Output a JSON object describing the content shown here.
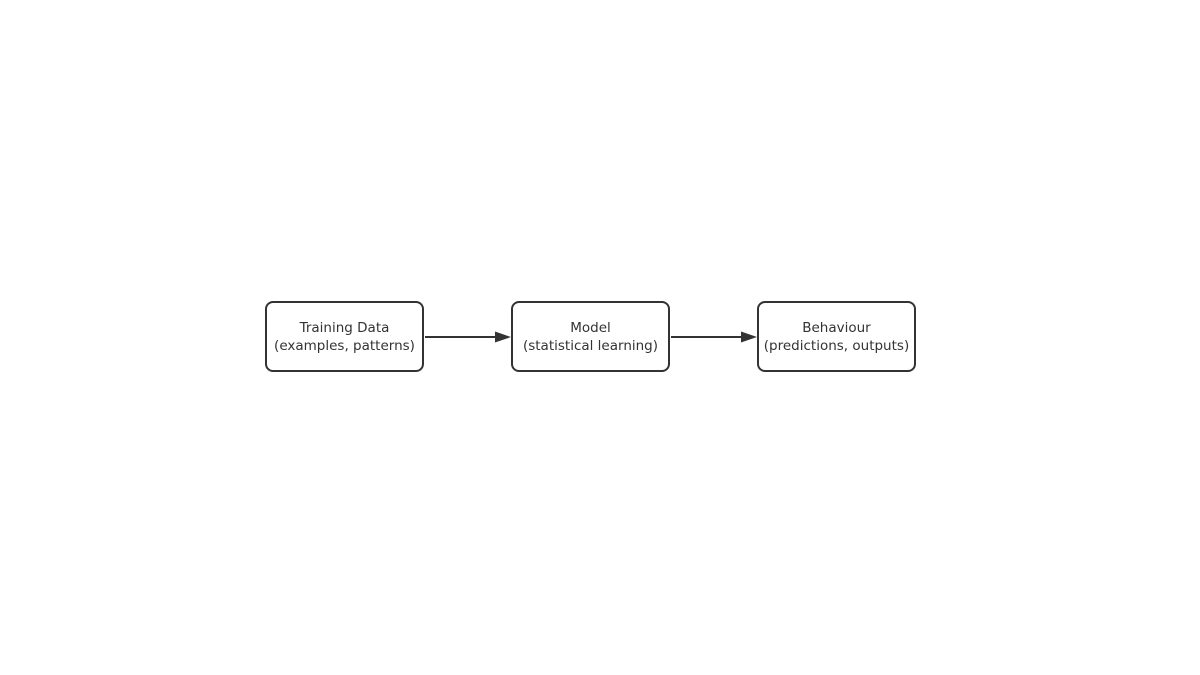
{
  "diagram": {
    "type": "flowchart-left-to-right",
    "background_color": "#ffffff",
    "node_fill_color": "#ffffff",
    "node_border_color": "#333333",
    "text_color": "#333333",
    "arrow_color": "#333333",
    "nodes": [
      {
        "id": "training-data",
        "line1": "Training Data",
        "line2": "(examples, patterns)"
      },
      {
        "id": "model",
        "line1": "Model",
        "line2": "(statistical learning)"
      },
      {
        "id": "behaviour",
        "line1": "Behaviour",
        "line2": "(predictions, outputs)"
      }
    ],
    "edges": [
      {
        "from": "training-data",
        "to": "model"
      },
      {
        "from": "model",
        "to": "behaviour"
      }
    ]
  }
}
